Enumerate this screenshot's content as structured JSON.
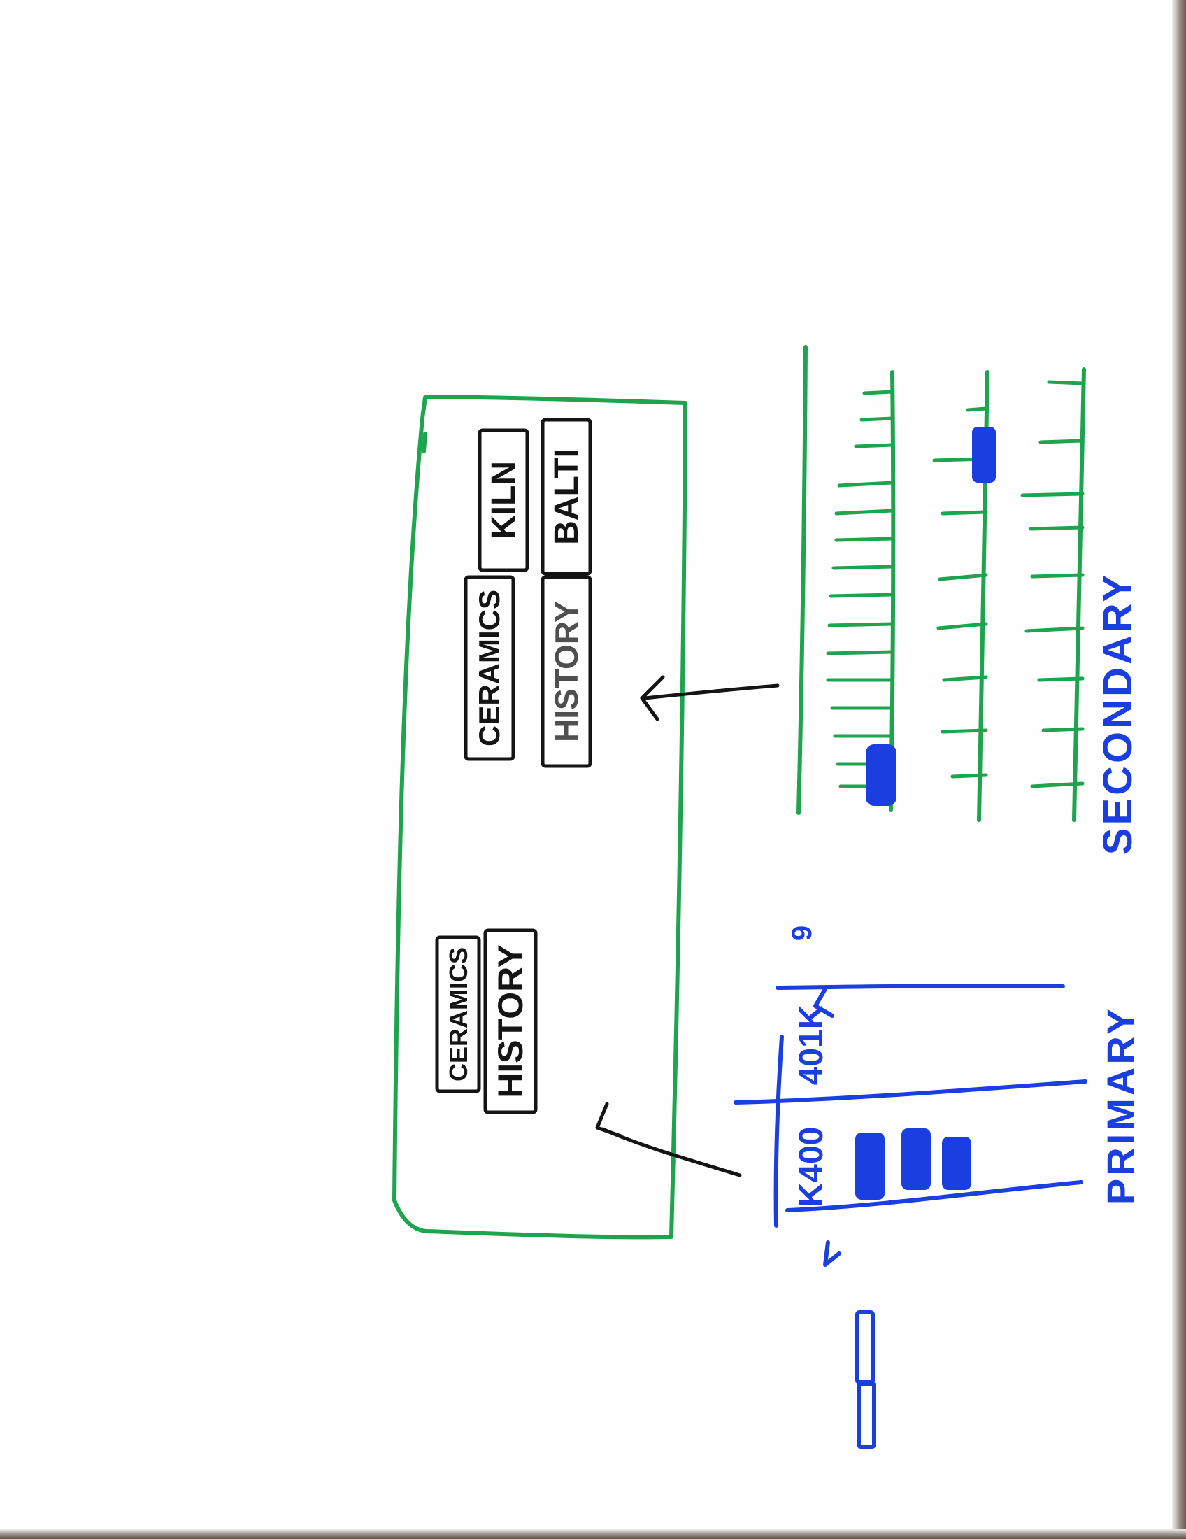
{
  "colors": {
    "paper": "#fefefe",
    "green_marker": "#1fa44e",
    "blue_marker": "#1a3ee0",
    "black_marker": "#141414"
  },
  "panel": {
    "tags_secondary": [
      {
        "label": "CERAMICS"
      },
      {
        "label": "KILN"
      },
      {
        "label": "HISTORY"
      },
      {
        "label": "BALTI"
      }
    ],
    "tags_primary": [
      {
        "label": "CERAMICS"
      },
      {
        "label": "HISTORY"
      }
    ]
  },
  "primary": {
    "label": "PRIMARY",
    "row_labels": [
      "K400",
      "401K"
    ],
    "top_mark": "9"
  },
  "secondary": {
    "label": "SECONDARY"
  }
}
